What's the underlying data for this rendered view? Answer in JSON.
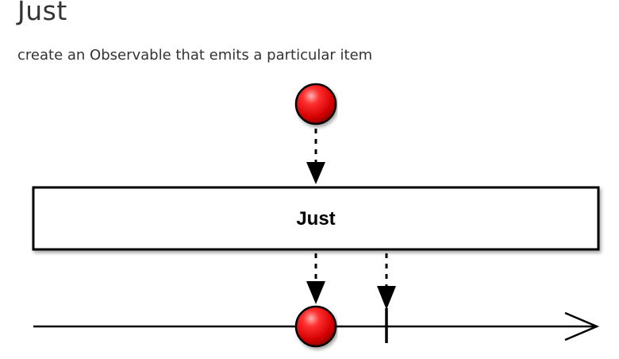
{
  "page": {
    "title": "Just",
    "subtitle": "create an Observable that emits a particular item"
  },
  "diagram": {
    "operator_label": "Just",
    "colors": {
      "item_fill": "#e00000",
      "item_highlight": "#ff9b9b",
      "stroke": "#000000",
      "box_fill": "#ffffff"
    }
  }
}
